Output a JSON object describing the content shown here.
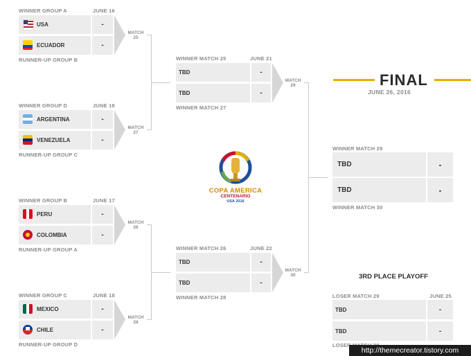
{
  "round1": [
    {
      "top_label": "WINNER GROUP A",
      "date": "JUNE 16",
      "team1": "USA",
      "score1": "-",
      "team2": "ECUADOR",
      "score2": "-",
      "bottom_label": "RUNNER-UP GROUP B",
      "match_word": "MATCH",
      "match_no": "25"
    },
    {
      "top_label": "WINNER GROUP D",
      "date": "JUNE 18",
      "team1": "ARGENTINA",
      "score1": "-",
      "team2": "VENEZUELA",
      "score2": "-",
      "bottom_label": "RUNNER-UP GROUP C",
      "match_word": "MATCH",
      "match_no": "27"
    },
    {
      "top_label": "WINNER GROUP B",
      "date": "JUNE 17",
      "team1": "PERU",
      "score1": "-",
      "team2": "COLOMBIA",
      "score2": "-",
      "bottom_label": "RUNNER-UP GROUP A",
      "match_word": "MATCH",
      "match_no": "26"
    },
    {
      "top_label": "WINNER GROUP C",
      "date": "JUNE 18",
      "team1": "MEXICO",
      "score1": "-",
      "team2": "CHILE",
      "score2": "-",
      "bottom_label": "RUNNER-UP GROUP D",
      "match_word": "MATCH",
      "match_no": "28"
    }
  ],
  "semis": [
    {
      "top_label": "WINNER MATCH 25",
      "date": "JUNE 21",
      "team1": "TBD",
      "score1": "-",
      "team2": "TBD",
      "score2": "-",
      "bottom_label": "WINNER MATCH 27",
      "match_word": "MATCH",
      "match_no": "29"
    },
    {
      "top_label": "WINNER MATCH 26",
      "date": "JUNE 22",
      "team1": "TBD",
      "score1": "-",
      "team2": "TBD",
      "score2": "-",
      "bottom_label": "WINNER MATCH 28",
      "match_word": "MATCH",
      "match_no": "30"
    }
  ],
  "final": {
    "title": "FINAL",
    "date": "JUNE 26, 2016",
    "top_label": "WINNER MATCH 29",
    "team1": "TBD",
    "score1": "-",
    "team2": "TBD",
    "score2": "-",
    "bottom_label": "WINNER MATCH 30"
  },
  "third_place": {
    "title": "3RD PLACE PLAYOFF",
    "top_label": "LOSER MATCH 29",
    "date": "JUNE 25",
    "team1": "TBD",
    "score1": "-",
    "team2": "TBD",
    "score2": "-",
    "bottom_label": "LOSER MATCH 30"
  },
  "logo": {
    "line1": "COPA AMERICA",
    "line2": "CENTENARIO",
    "line3": "USA 2016"
  },
  "watermark": "http://themecreator.tistory.com",
  "colors": {
    "accent_gold": "#e0b100",
    "logo_red": "#c8102e",
    "logo_blue": "#1f4e9c",
    "cell_bg": "#ececec",
    "label_gray": "#8a8a8a"
  },
  "icons": {
    "usa": "usa-flag-icon",
    "ecuador": "ecuador-flag-icon",
    "argentina": "argentina-flag-icon",
    "venezuela": "venezuela-flag-icon",
    "peru": "peru-flag-icon",
    "colombia": "colombia-flag-icon",
    "mexico": "mexico-flag-icon",
    "chile": "chile-flag-icon"
  }
}
